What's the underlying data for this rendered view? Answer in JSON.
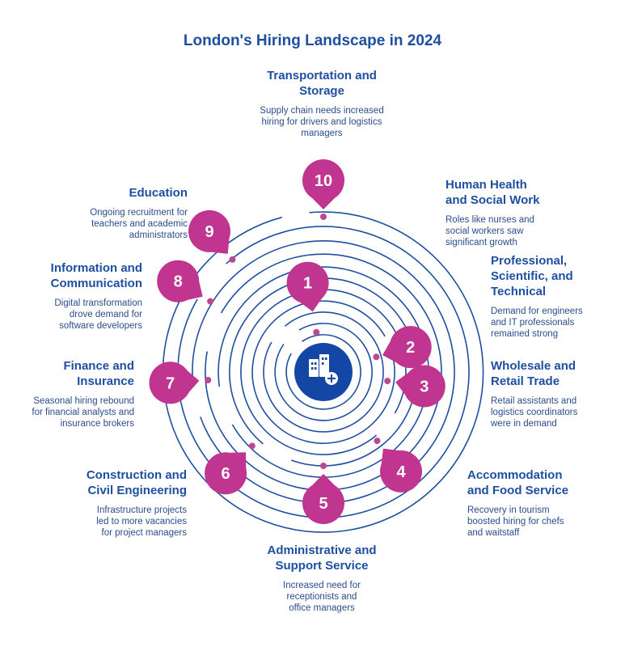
{
  "title": "London's Hiring Landscape in 2024",
  "colors": {
    "blue": "#1446a6",
    "ring": "#1f4fa0",
    "magenta": "#c0358f",
    "dot": "#b84a91",
    "text": "#1f4fa0"
  },
  "hub_icon": "office-building-plus-icon",
  "sectors": [
    {
      "number": "1",
      "heading": "Professional, Scientific, and Technical",
      "description": "Demand for engineers and IT professionals remained strong"
    },
    {
      "number": "2",
      "heading": "Wholesale and Retail Trade",
      "description": "Retail assistants and logistics coordinators were in demand"
    },
    {
      "number": "3",
      "heading": "Human Health and Social Work",
      "description": "Roles like nurses and social workers saw significant growth"
    },
    {
      "number": "4",
      "heading": "Accommodation and Food Service",
      "description": "Recovery in tourism boosted hiring for chefs and waitstaff"
    },
    {
      "number": "5",
      "heading": "Administrative and Support Service",
      "description": "Increased need for receptionists and office managers"
    },
    {
      "number": "6",
      "heading": "Construction and Civil Engineering",
      "description": "Infrastructure projects led to more vacancies for project managers"
    },
    {
      "number": "7",
      "heading": "Finance and Insurance",
      "description": "Seasonal hiring rebound for financial analysts and insurance brokers"
    },
    {
      "number": "8",
      "heading": "Information and Communication",
      "description": "Digital transformation drove demand for software developers"
    },
    {
      "number": "9",
      "heading": "Education",
      "description": "Ongoing recruitment for teachers and academic administrators"
    },
    {
      "number": "10",
      "heading": "Transportation and Storage",
      "description": "Supply chain needs increased hiring for drivers and logistics managers"
    }
  ]
}
